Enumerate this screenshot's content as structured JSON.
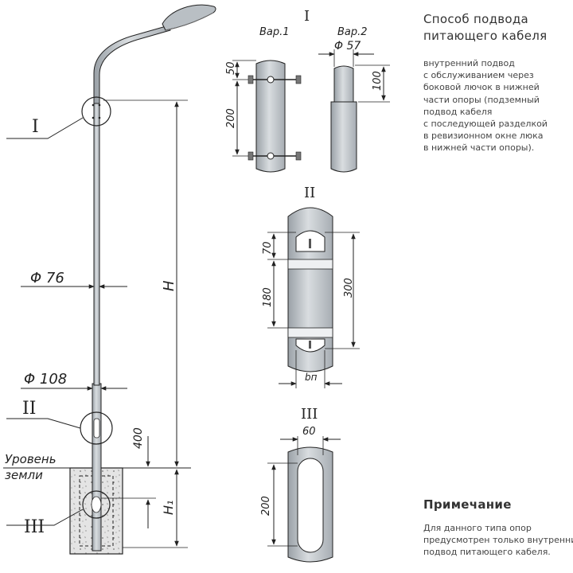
{
  "header": {
    "title_lines": [
      "Способ подвода",
      "питающего кабеля"
    ]
  },
  "description_lines": [
    "внутренний подвод",
    "с обслуживанием через",
    "боковой лючок в нижней",
    "части опоры (подземный",
    "подвод кабеля",
    "с последующей разделкой",
    "в ревизионном окне люка",
    "в нижней части опоры)."
  ],
  "note": {
    "title": "Примечание",
    "lines": [
      "Для данного типа опор",
      "предусмотрен только внутренний",
      "подвод питающего кабеля."
    ]
  },
  "pole": {
    "callouts": {
      "I": "I",
      "II": "II",
      "III": "III"
    },
    "dia_top": "Φ 76",
    "dia_bottom": "Φ 108",
    "height": "H",
    "height_foundation": "H₁",
    "dim_400": "400",
    "ground_label_lines": [
      "Уровень",
      "земли"
    ]
  },
  "detail_I": {
    "label": "I",
    "var1": "Вар.1",
    "var2": "Вар.2",
    "dim_50": "50",
    "dim_200": "200",
    "dia_57": "Φ 57",
    "dim_100": "100"
  },
  "detail_II": {
    "label": "II",
    "dim_70": "70",
    "dim_180": "180",
    "dim_300": "300",
    "dim_bn": "bп"
  },
  "detail_III": {
    "label": "III",
    "dim_60": "60",
    "dim_200": "200"
  },
  "colors": {
    "pole_fill": "#c9ced3",
    "line": "#222222",
    "dark_gray": "#8a9096"
  }
}
